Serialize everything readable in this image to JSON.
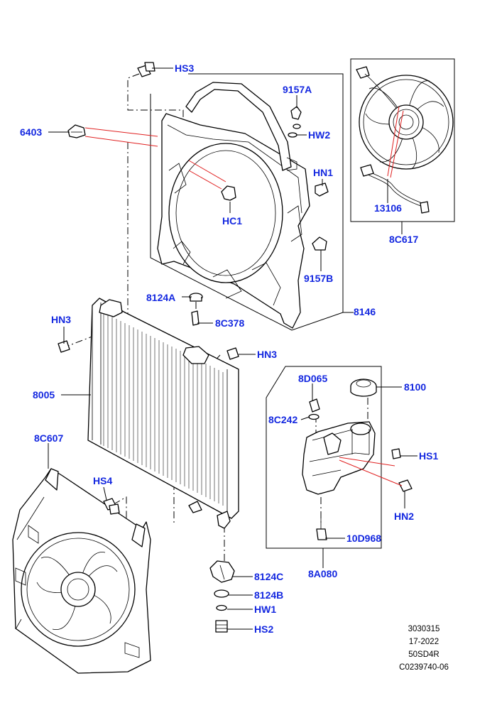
{
  "colors": {
    "callout": "#1428e0",
    "leader": "#000000",
    "red_leader": "#e02020"
  },
  "callouts": {
    "hs3": "HS3",
    "c9157a": "9157A",
    "c6403": "6403",
    "hw2": "HW2",
    "hn1": "HN1",
    "hc1": "HC1",
    "c13106": "13106",
    "c8c617": "8C617",
    "c9157b": "9157B",
    "c8124a": "8124A",
    "c8146": "8146",
    "hn3_left": "HN3",
    "c8c378": "8C378",
    "hn3_right": "HN3",
    "c8d065": "8D065",
    "c8100": "8100",
    "c8005": "8005",
    "c8c242": "8C242",
    "c8c607": "8C607",
    "hs1": "HS1",
    "hs4": "HS4",
    "hn2": "HN2",
    "c10d968": "10D968",
    "c8a080": "8A080",
    "c8124c": "8124C",
    "c8124b": "8124B",
    "hw1": "HW1",
    "hs2": "HS2"
  },
  "reference": {
    "line1": "3030315",
    "line2": "17-2022",
    "line3": "50SD4R",
    "line4": "C0239740-06"
  }
}
